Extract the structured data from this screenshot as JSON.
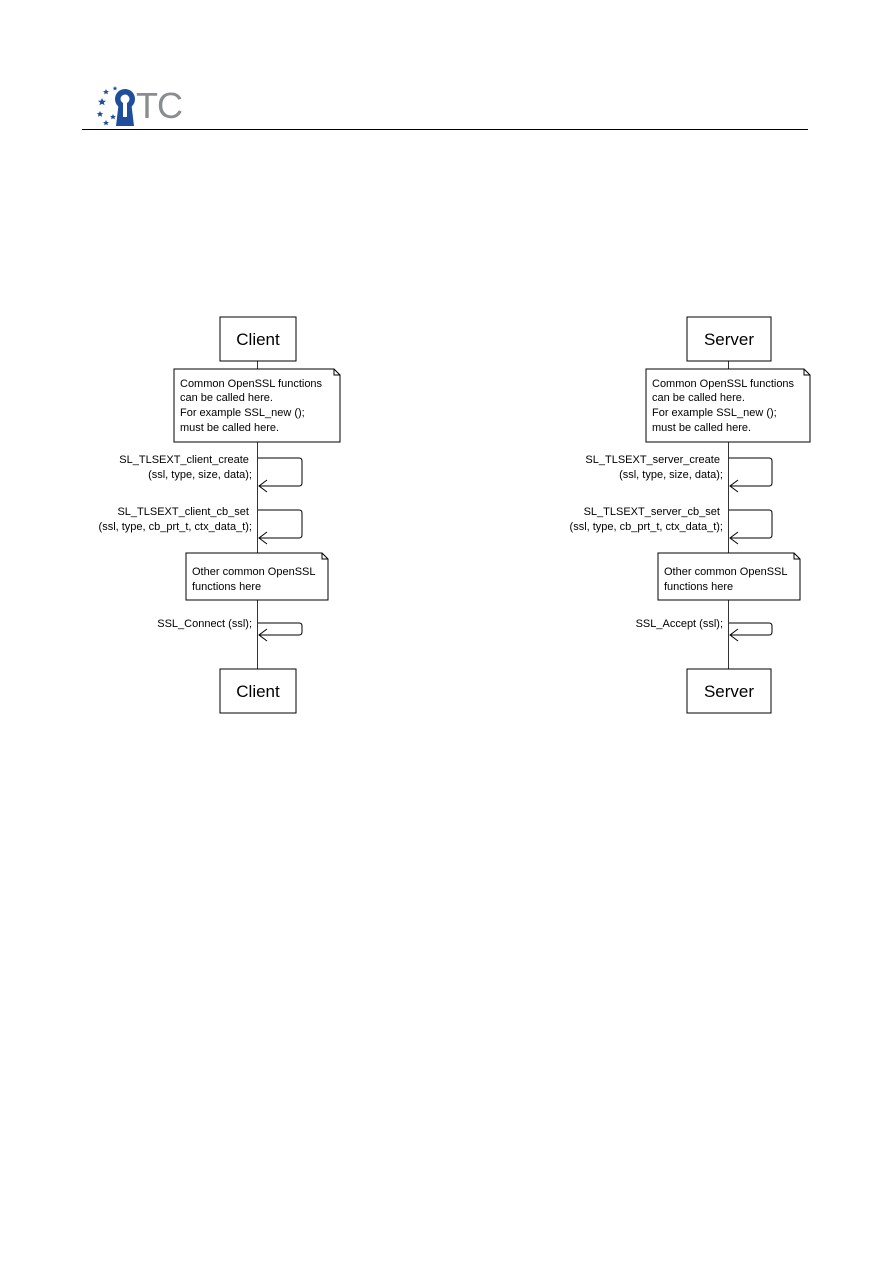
{
  "header": {
    "logo_text": "TC"
  },
  "client": {
    "actor_label": "Client",
    "note_lines": [
      "Common OpenSSL functions",
      "can be called here.",
      "For example SSL_new ();",
      "must be called here."
    ],
    "msg1_lines": [
      "SL_TLSEXT_client_create",
      "(ssl, type, size, data);"
    ],
    "msg2_lines": [
      "SL_TLSEXT_client_cb_set",
      "(ssl, type, cb_prt_t, ctx_data_t);"
    ],
    "note2_lines": [
      "Other common OpenSSL",
      "functions here"
    ],
    "msg3_lines": [
      "SSL_Connect (ssl);"
    ]
  },
  "server": {
    "actor_label": "Server",
    "note_lines": [
      "Common OpenSSL functions",
      "can be called here.",
      "For example SSL_new ();",
      "must be called here."
    ],
    "msg1_lines": [
      "SL_TLSEXT_server_create",
      "(ssl, type, size, data);"
    ],
    "msg2_lines": [
      "SL_TLSEXT_server_cb_set",
      "(ssl, type, cb_prt_t, ctx_data_t);"
    ],
    "note2_lines": [
      "Other common OpenSSL",
      "functions here"
    ],
    "msg3_lines": [
      "SSL_Accept (ssl);"
    ]
  }
}
